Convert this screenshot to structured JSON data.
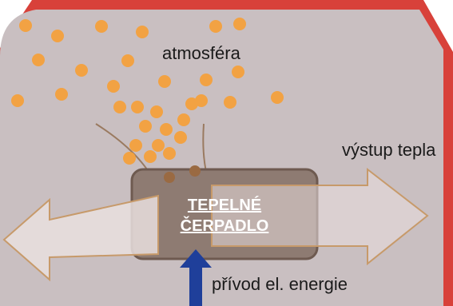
{
  "labels": {
    "atmosphere": "atmosféra",
    "heat_output": "výstup tepla",
    "heat_pump_line1": "TEPELNÉ",
    "heat_pump_line2": "ČERPADLO",
    "power_input": "přívod el. energie"
  },
  "colors": {
    "border": "#d8413a",
    "background": "#c9bfc1",
    "particle": "#f2a243",
    "particle_dark": "#9a6a42",
    "heat_pump_box": "#8e7b72",
    "heat_pump_border": "#6e5a50",
    "arrow_outline": "#c79a6a",
    "arrow_fill": "#e9dfde",
    "power_arrow": "#1f3f9a"
  }
}
